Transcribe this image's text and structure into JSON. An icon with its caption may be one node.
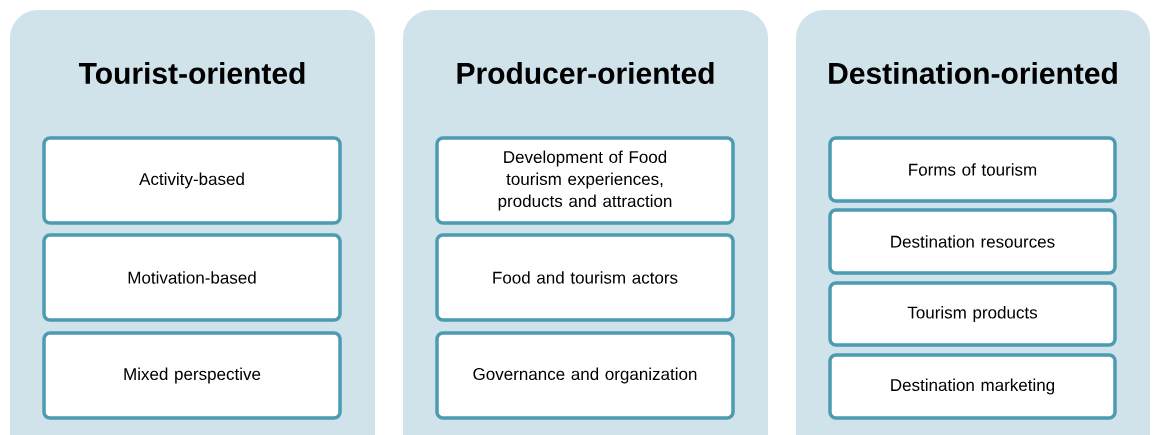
{
  "diagram": {
    "nodes": [
      {
        "text": [
          "Tourist-oriented"
        ]
      },
      {
        "text": [
          "Activity-based"
        ],
        "in": 0
      },
      {
        "text": [
          "Motivation-based"
        ],
        "in": 0
      },
      {
        "text": [
          "Mixed perspective"
        ],
        "in": 0
      },
      {
        "text": [
          "Producer-oriented"
        ]
      },
      {
        "text": [
          "Development of Food tourism experiences, products and attraction"
        ],
        "in": 4
      },
      {
        "text": [
          "Food and tourism actors"
        ],
        "in": 4
      },
      {
        "text": [
          "Governance and organization"
        ],
        "in": 4
      },
      {
        "text": [
          "Destination-oriented"
        ]
      },
      {
        "text": [
          "Forms of tourism"
        ],
        "in": 8
      },
      {
        "text": [
          "Destination resources"
        ],
        "in": 8
      },
      {
        "text": [
          "Tourism products"
        ],
        "in": 8
      },
      {
        "text": [
          "Destination marketing"
        ],
        "in": 8
      }
    ]
  }
}
